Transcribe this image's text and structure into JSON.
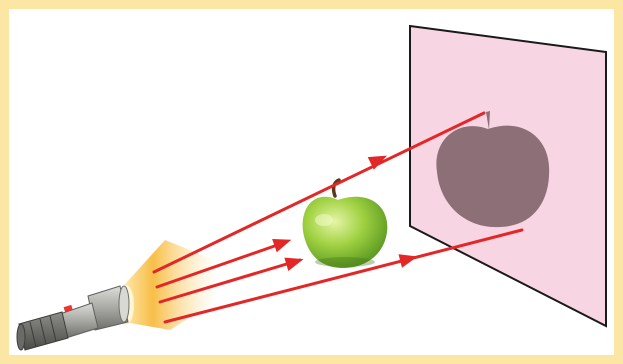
{
  "diagram": {
    "elements": [
      "flashlight",
      "light-beam",
      "apple",
      "light-rays",
      "screen",
      "shadow"
    ],
    "colors": {
      "frame": "#fbe7a3",
      "background": "#ffffff",
      "screen": "#f8d5e2",
      "screen_edge": "#1a1a1a",
      "shadow": "#8d6f78",
      "ray": "#e32626",
      "apple": "#8ac43a",
      "beam": "#f7b733",
      "flashlight_body": "#b9b9b4"
    }
  }
}
